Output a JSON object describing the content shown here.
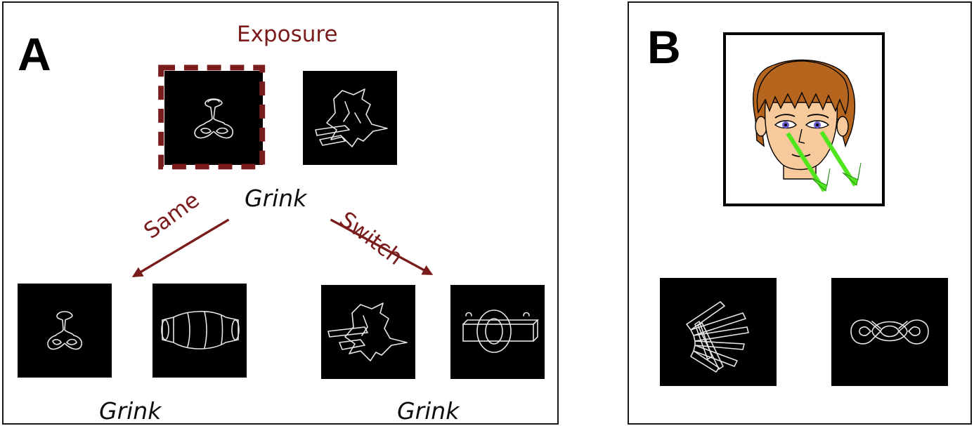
{
  "panel_a": {
    "label": "A",
    "exposure_label": "Exposure",
    "exposure_word": "Grink",
    "same_label": "Same",
    "switch_label": "Switch",
    "same_word": "Grink",
    "switch_word": "Grink",
    "colors": {
      "accent": "#7a1c1c",
      "object_bg": "#000000",
      "object_line": "#e6e6e6"
    }
  },
  "panel_b": {
    "label": "B",
    "colors": {
      "gaze_arrow": "#4fe61e",
      "hair": "#b5651d",
      "skin": "#f7c99b"
    }
  }
}
